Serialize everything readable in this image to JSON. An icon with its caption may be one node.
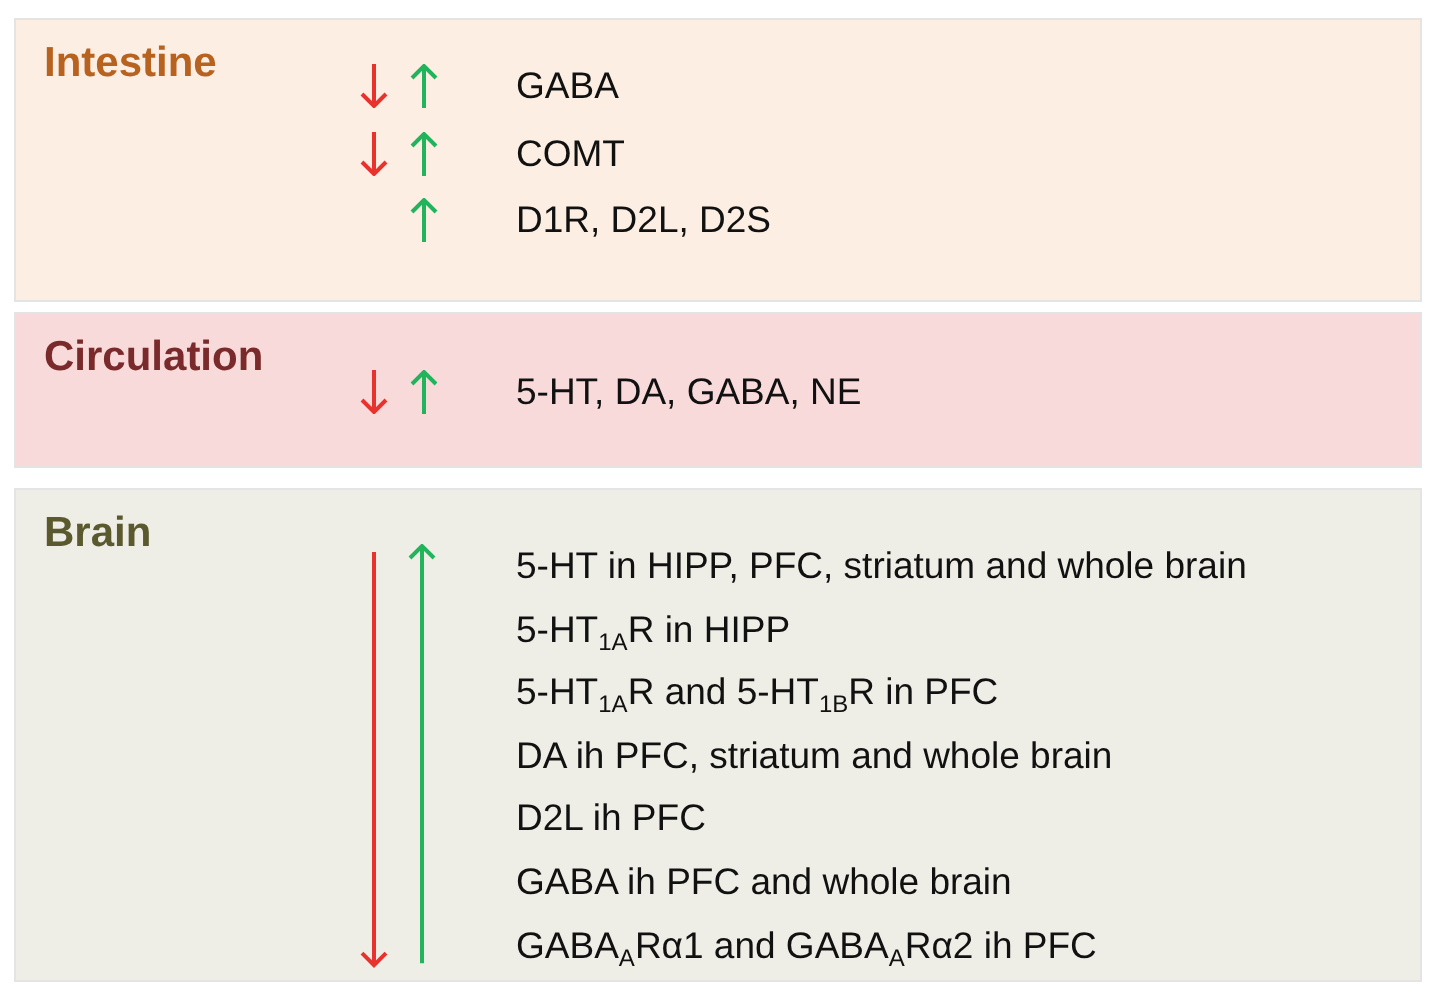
{
  "diagram": {
    "nodes": [
      {
        "text": [
          "Intestine",
          "GABA",
          "COMT",
          "D1R, D2L, D2S"
        ]
      },
      {
        "text": [
          "Circulation",
          "5-HT, DA, GABA, NE"
        ]
      },
      {
        "text": [
          "Brain",
          "5-HT in HIPP, PFC, striatum and whole brain",
          "5-HT$_{1A}$R in HIPP",
          "5-HT$_{1A}$R and 5-HT$_{1B}$R in PFC",
          "DA ih PFC, striatum and whole brain",
          "D2L ih PFC",
          "GABA ih PFC and whole brain",
          "GABA$_{A}$Rα1 and GABA$_{A}$Rα2 ih PFC"
        ]
      }
    ]
  }
}
